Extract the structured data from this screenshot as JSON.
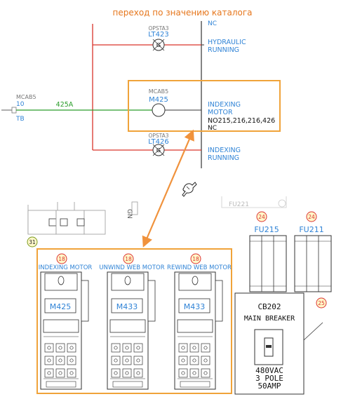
{
  "caption": "переход по значению каталога",
  "colors": {
    "caption": "#e6761c",
    "highlight": "#f0a33a",
    "arrow": "#f0923c",
    "wire_red": "#d9342b",
    "wire_green": "#2a9d2a",
    "label_blue": "#2f83d6",
    "label_gray": "#777777",
    "badge_red": "#d33",
    "badge_fill": "#fff9c9"
  },
  "schematic": {
    "top_small": "NC",
    "hydraulic": {
      "sub": "OPSTA3",
      "tag": "LT423",
      "symbol": "G",
      "line1": "HYDRAULIC",
      "line2": "RUNNING"
    },
    "indexing_motor": {
      "sub": "MCAB5",
      "tag": "M425",
      "line1": "INDEXING",
      "line2": "MOTOR",
      "contacts_no": "NO215,216,216,426",
      "contacts_nc": "NC"
    },
    "indexing_running": {
      "sub": "OPSTA3",
      "tag": "LT426",
      "symbol": "G",
      "line1": "INDEXING",
      "line2": "RUNNING"
    },
    "left_source": {
      "sub": "MCAB5",
      "num": "10",
      "tb": "TB"
    },
    "wire_label": "425A"
  },
  "panel": {
    "badge_31": "31",
    "fuse_ghost": "FU221",
    "fuses": [
      {
        "badge": "24",
        "label": "FU215"
      },
      {
        "badge": "24",
        "label": "FU211"
      }
    ],
    "starters": [
      {
        "badge": "18",
        "title": "INDEXING MOTOR",
        "tag": "M425"
      },
      {
        "badge": "18",
        "title": "UNWIND WEB MOTOR",
        "tag": "M433"
      },
      {
        "badge": "18",
        "title": "REWIND WEB MOTOR",
        "tag": "M433"
      }
    ],
    "breaker": {
      "badge": "25",
      "tag": "CB202",
      "label": "MAIN BREAKER",
      "rating1": "480VAC",
      "rating2": "3 POLE",
      "rating3": "50AMP"
    }
  }
}
